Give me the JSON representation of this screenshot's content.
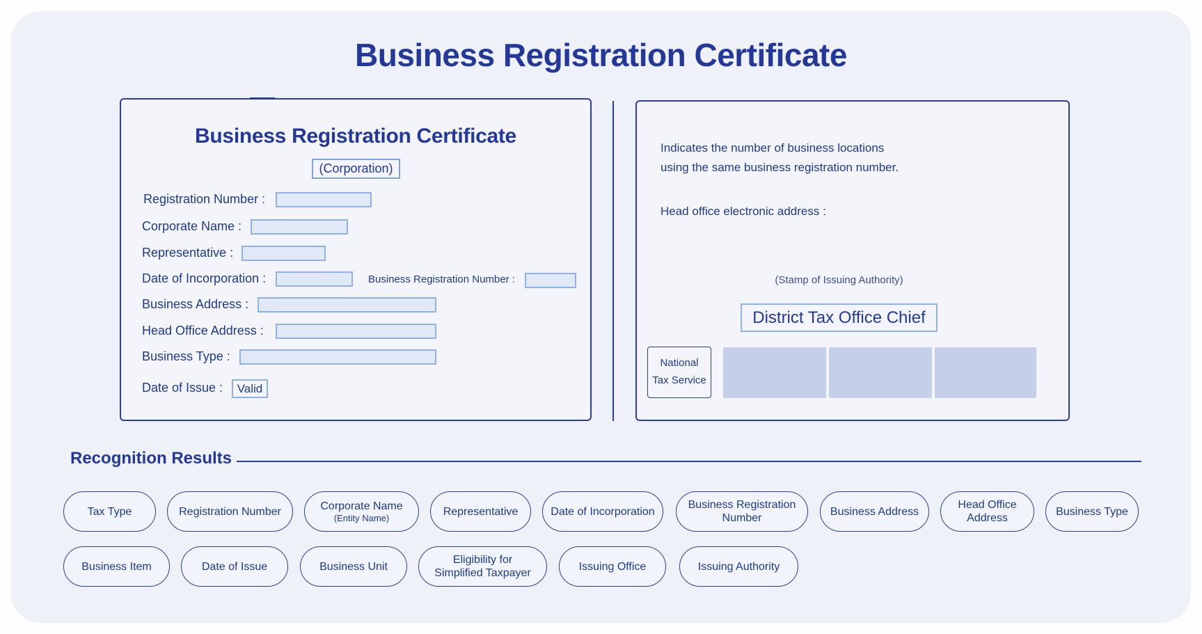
{
  "main_title": "Business Registration Certificate",
  "certificate": {
    "title": "Business Registration Certificate",
    "type": "(Corporation)",
    "labels": {
      "registration_number": "Registration Number :",
      "corporate_name": "Corporate Name :",
      "representative": "Representative :",
      "date_of_incorporation": "Date of Incorporation :",
      "business_registration_number": "Business Registration Number :",
      "business_address": "Business Address :",
      "head_office_address": "Head Office Address :",
      "business_type": "Business Type :",
      "date_of_issue": "Date of Issue :"
    },
    "date_of_issue_value": "Valid"
  },
  "right_panel": {
    "note_line1": "Indicates the number of business locations",
    "note_line2": "using the same business registration number.",
    "electronic_address_label": "Head office electronic address :",
    "stamp_note": "(Stamp of Issuing Authority)",
    "chief": "District Tax Office Chief",
    "nts_line1": "National",
    "nts_line2": "Tax Service"
  },
  "recognition": {
    "title": "Recognition Results",
    "chips": [
      {
        "label": "Tax Type"
      },
      {
        "label": "Registration Number"
      },
      {
        "label": "Corporate Name",
        "sub": "(Entity Name)"
      },
      {
        "label": "Representative"
      },
      {
        "label": "Date of Incorporation"
      },
      {
        "label": "Business Registration",
        "line2": "Number"
      },
      {
        "label": "Business Address"
      },
      {
        "label": "Head Office",
        "line2": "Address"
      },
      {
        "label": "Business Type"
      },
      {
        "label": "Business Item"
      },
      {
        "label": "Date of Issue"
      },
      {
        "label": "Business Unit"
      },
      {
        "label": "Eligibility for",
        "line2": "Simplified Taxpayer"
      },
      {
        "label": "Issuing Office"
      },
      {
        "label": "Issuing Authority"
      }
    ]
  },
  "colors": {
    "primary": "#23389a",
    "border": "#2a3f97",
    "field_border": "#8fb0e8",
    "field_fill": "#e1e8f6",
    "seal_fill": "#c5cfe9",
    "background": "#eff1f9"
  }
}
